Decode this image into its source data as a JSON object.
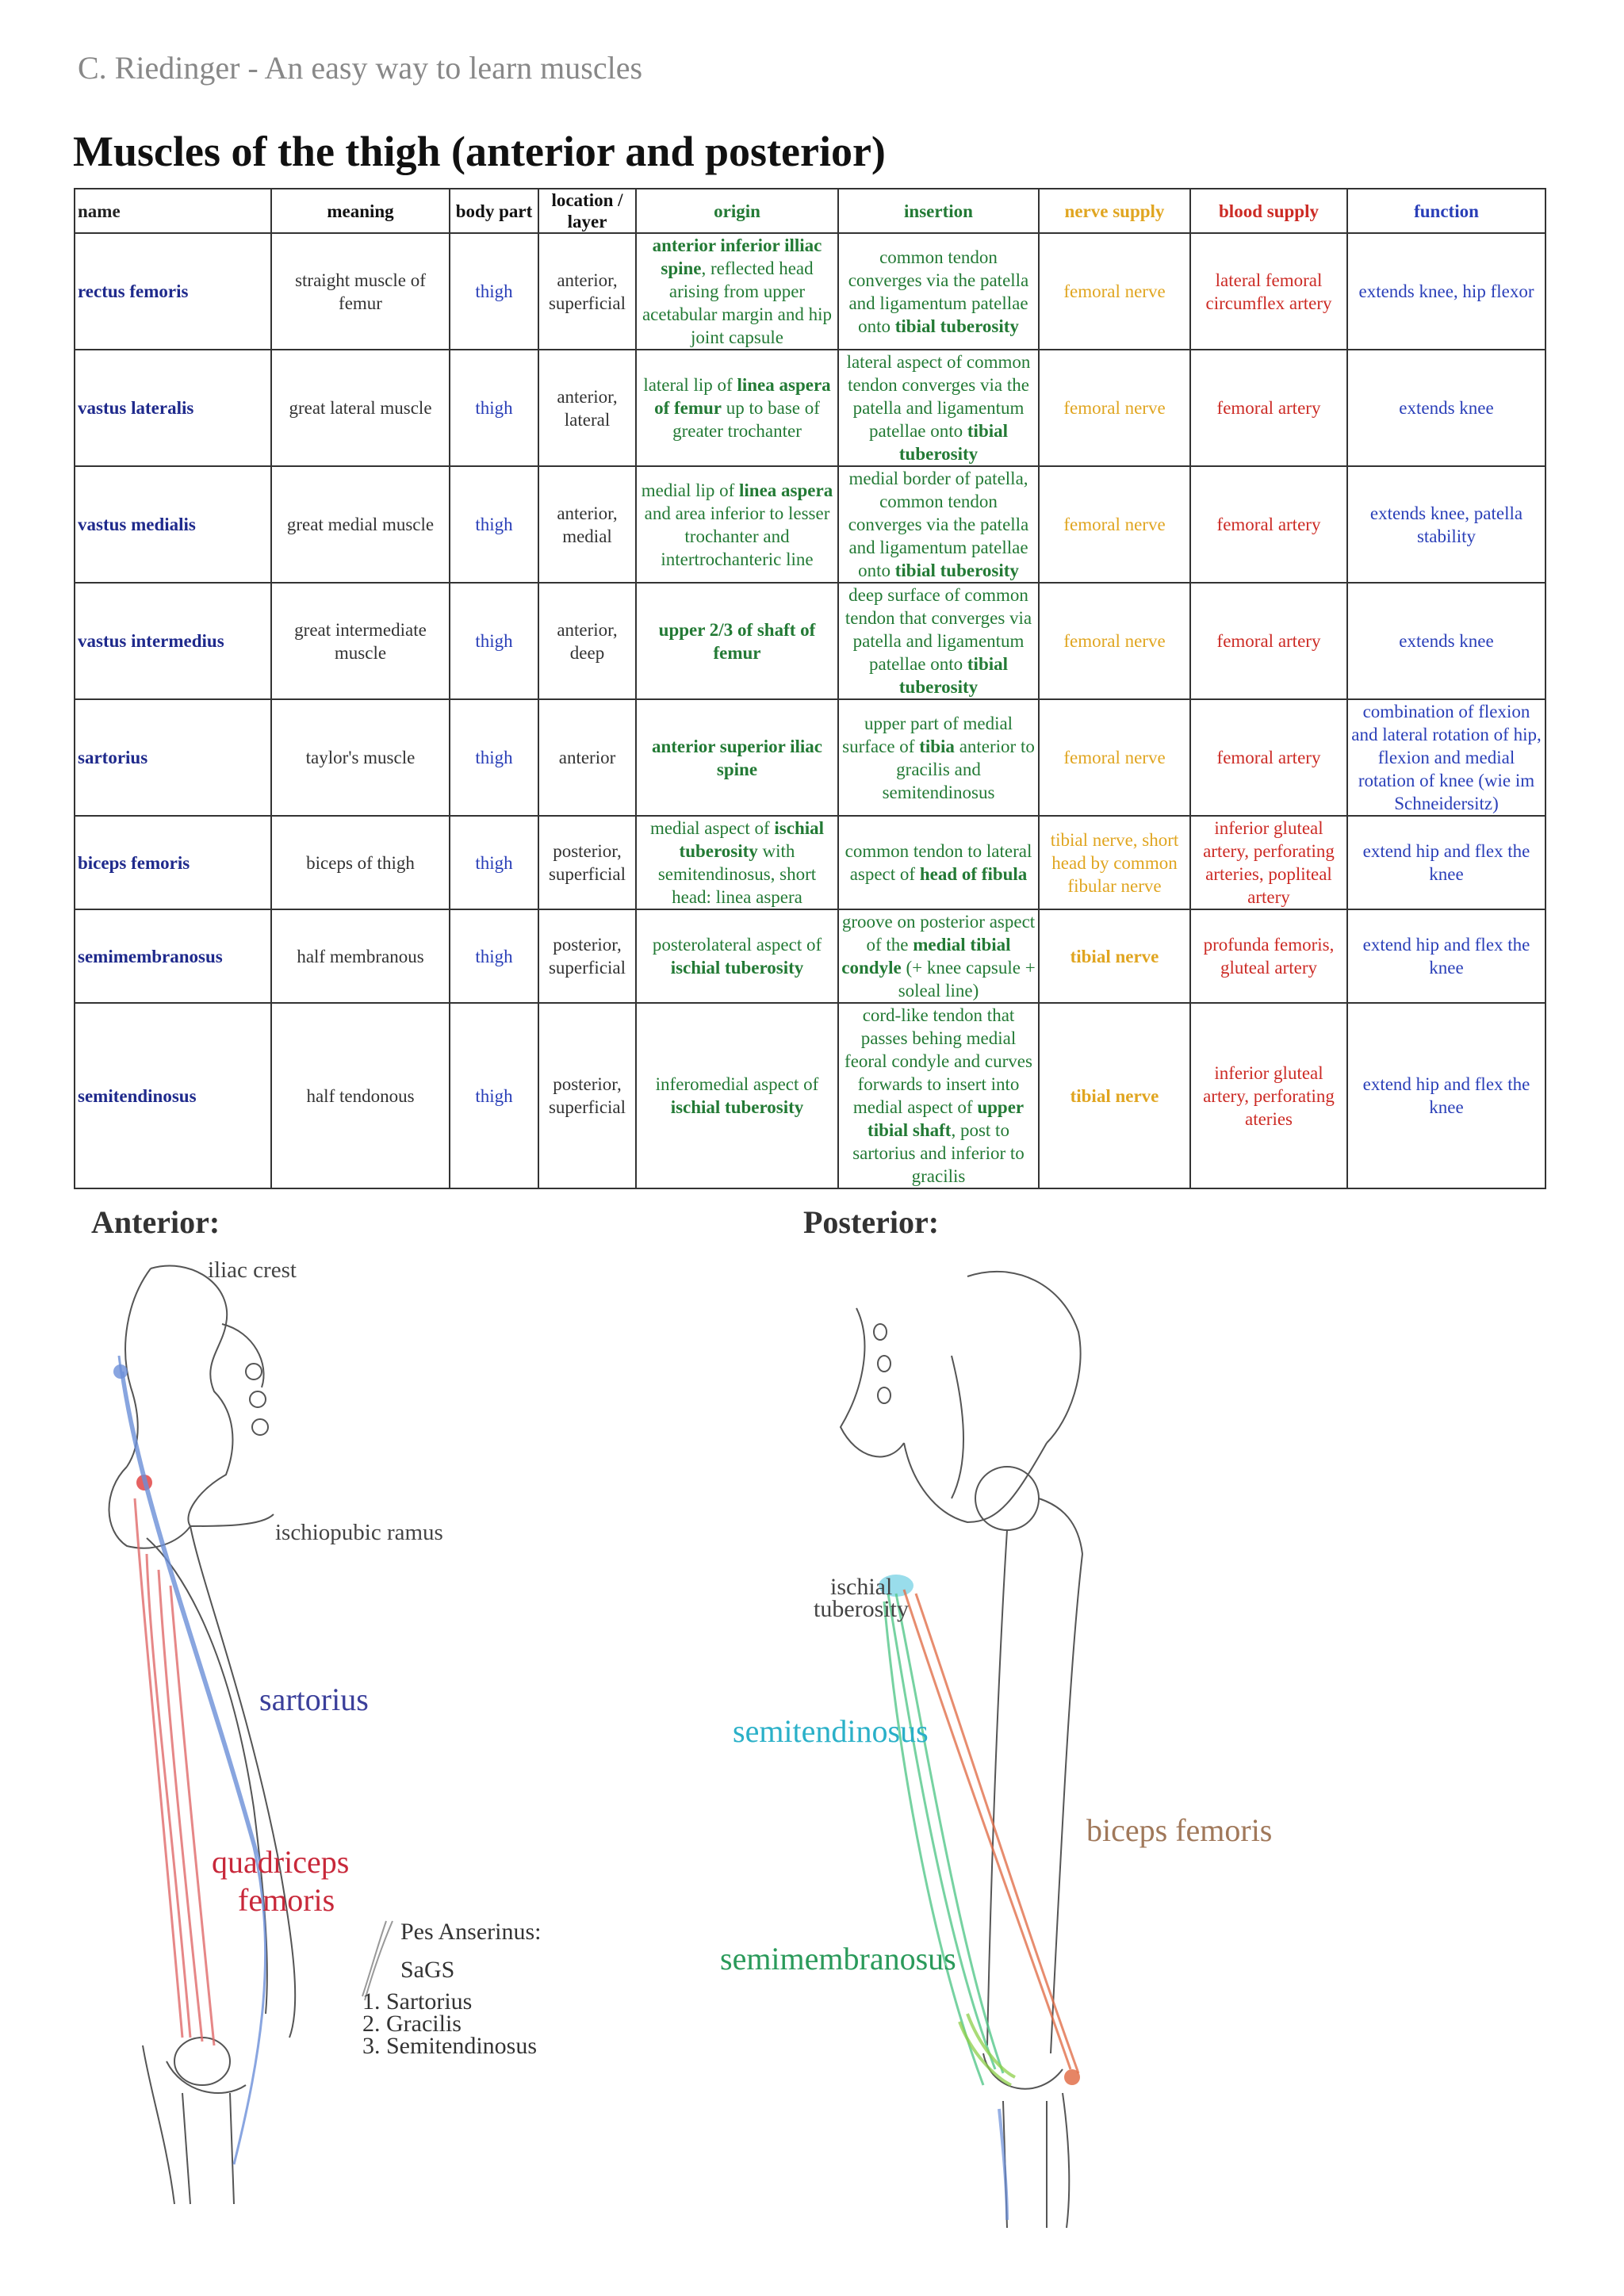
{
  "header": "C. Riedinger - An easy way to learn muscles",
  "title": "Muscles of the thigh (anterior and posterior)",
  "columns": [
    "name",
    "meaning",
    "body part",
    "location / layer",
    "origin",
    "insertion",
    "nerve supply",
    "blood supply",
    "function"
  ],
  "rows": [
    {
      "name": "rectus femoris",
      "meaning": "straight muscle of femur",
      "body_part": "thigh",
      "location": "anterior, superficial",
      "origin": [
        [
          "anterior inferior illiac spine",
          true
        ],
        [
          ", reflected head arising from upper acetabular margin and hip joint capsule",
          false
        ]
      ],
      "insertion": [
        [
          "common tendon converges via the patella and ligamentum patellae onto ",
          false
        ],
        [
          "tibial tuberosity",
          true
        ]
      ],
      "nerve": "femoral nerve",
      "blood": "lateral femoral circumflex artery",
      "function": "extends knee, hip flexor"
    },
    {
      "name": "vastus lateralis",
      "meaning": "great lateral muscle",
      "body_part": "thigh",
      "location": "anterior, lateral",
      "origin": [
        [
          "lateral lip of ",
          false
        ],
        [
          "linea aspera of femur",
          true
        ],
        [
          " up to base of greater trochanter",
          false
        ]
      ],
      "insertion": [
        [
          "lateral aspect of common tendon converges via the patella and ligamentum patellae onto ",
          false
        ],
        [
          "tibial tuberosity",
          true
        ]
      ],
      "nerve": "femoral nerve",
      "blood": "femoral artery",
      "function": "extends knee"
    },
    {
      "name": "vastus medialis",
      "meaning": "great medial muscle",
      "body_part": "thigh",
      "location": "anterior, medial",
      "origin": [
        [
          "medial lip of ",
          false
        ],
        [
          "linea aspera",
          true
        ],
        [
          " and area inferior to lesser trochanter and intertrochanteric line",
          false
        ]
      ],
      "insertion": [
        [
          "medial border of patella, common tendon converges via the patella and ligamentum patellae onto ",
          false
        ],
        [
          "tibial tuberosity",
          true
        ]
      ],
      "nerve": "femoral nerve",
      "blood": "femoral artery",
      "function": "extends knee, patella stability"
    },
    {
      "name": "vastus intermedius",
      "meaning": "great intermediate muscle",
      "body_part": "thigh",
      "location": "anterior, deep",
      "origin": [
        [
          "upper 2/3 of shaft of femur",
          true
        ]
      ],
      "insertion": [
        [
          "deep surface of common tendon that converges via patella and ligamentum patellae onto ",
          false
        ],
        [
          "tibial tuberosity",
          true
        ]
      ],
      "nerve": "femoral nerve",
      "blood": "femoral artery",
      "function": "extends knee"
    },
    {
      "name": "sartorius",
      "meaning": "taylor's muscle",
      "body_part": "thigh",
      "location": "anterior",
      "origin": [
        [
          "anterior superior iliac spine",
          true
        ]
      ],
      "insertion": [
        [
          "upper part of medial surface of ",
          false
        ],
        [
          "tibia",
          true
        ],
        [
          " anterior to gracilis and semitendinosus",
          false
        ]
      ],
      "nerve": "femoral nerve",
      "blood": "femoral artery",
      "function": "combination of flexion and lateral rotation of hip, flexion and medial rotation of knee (wie im Schneidersitz)"
    },
    {
      "name": "biceps femoris",
      "meaning": "biceps of  thigh",
      "body_part": "thigh",
      "location": "posterior, superficial",
      "origin": [
        [
          "medial aspect of ",
          false
        ],
        [
          "ischial tuberosity",
          true
        ],
        [
          " with semitendinosus, short head: linea aspera",
          false
        ]
      ],
      "insertion": [
        [
          "common tendon to lateral aspect of ",
          false
        ],
        [
          "head of fibula",
          true
        ]
      ],
      "nerve": "tibial nerve, short head by common fibular nerve",
      "nerve_bold": false,
      "blood": "inferior gluteal artery, perforating arteries, popliteal artery",
      "function": "extend hip and flex the knee"
    },
    {
      "name": "semimembranosus",
      "meaning": "half membranous",
      "body_part": "thigh",
      "location": "posterior, superficial",
      "origin": [
        [
          "posterolateral aspect of ",
          false
        ],
        [
          "ischial tuberosity",
          true
        ]
      ],
      "insertion": [
        [
          "groove on posterior aspect of the ",
          false
        ],
        [
          "medial tibial condyle",
          true
        ],
        [
          " (+ knee capsule + soleal line)",
          false
        ]
      ],
      "nerve": "tibial nerve",
      "nerve_bold": true,
      "blood": "profunda femoris, gluteal artery",
      "function": "extend hip and flex the knee"
    },
    {
      "name": "semitendinosus",
      "meaning": "half tendonous",
      "body_part": "thigh",
      "location": "posterior, superficial",
      "origin": [
        [
          "inferomedial aspect of ",
          false
        ],
        [
          "ischial tuberosity",
          true
        ]
      ],
      "insertion": [
        [
          "cord-like tendon that passes behing medial feoral condyle and curves forwards to insert into medial aspect of ",
          false
        ],
        [
          "upper tibial shaft",
          true
        ],
        [
          ", post to sartorius and inferior to gracilis",
          false
        ]
      ],
      "nerve": "tibial nerve",
      "nerve_bold": true,
      "blood": "inferior gluteal artery, perforating ateries",
      "function": "extend hip and flex the knee"
    }
  ],
  "anterior": {
    "title": "Anterior:",
    "labels": {
      "iliac_crest": "iliac crest",
      "ischiopubic_ramus": "ischiopubic ramus",
      "sartorius": "sartorius",
      "quadriceps_1": "quadriceps",
      "quadriceps_2": "femoris",
      "pes_anserinus": "Pes Anserinus:",
      "sags": "SaGS",
      "list": [
        "1. Sartorius",
        "2. Gracilis",
        "3. Semitendinosus"
      ]
    }
  },
  "posterior": {
    "title": "Posterior:",
    "labels": {
      "ischial_1": "ischial",
      "ischial_2": "tuberosity",
      "semitendinosus": "semitendinosus",
      "biceps_femoris": "biceps femoris",
      "semimembranosus": "semimembranosus"
    }
  },
  "colors": {
    "name": "#1f2a8c",
    "origin_insertion": "#237a35",
    "nerve": "#e0a520",
    "blood": "#cc2b25",
    "function": "#2a3fb8",
    "sartorius_label": "#3a3f9a",
    "quadriceps_label": "#c8283a",
    "semitendinosus_label": "#2ab0c8",
    "semimembranosus_label": "#2a9a5a",
    "biceps_label": "#a0785a"
  }
}
